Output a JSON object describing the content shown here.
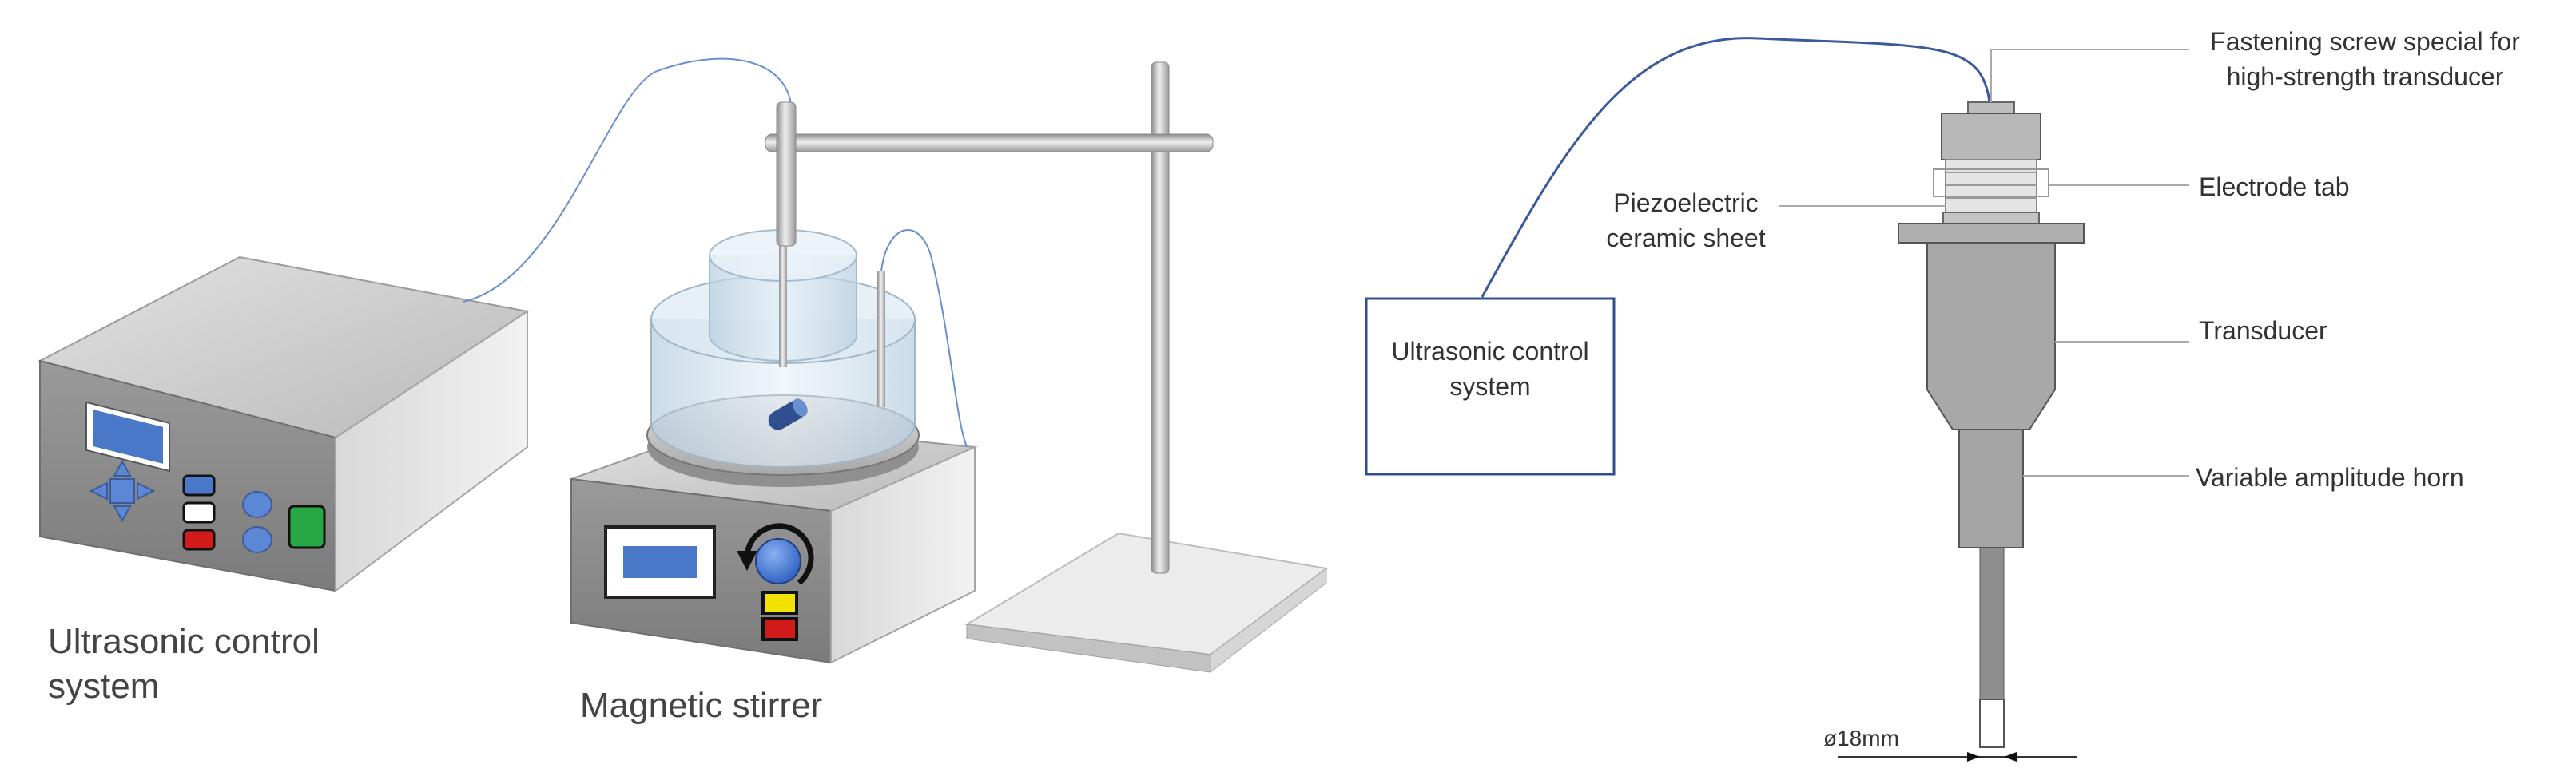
{
  "left_figure": {
    "ultrasonic_label": "Ultrasonic control\nsystem",
    "stirrer_label": "Magnetic stirrer"
  },
  "right_figure": {
    "control_box_label": "Ultrasonic control\nsystem",
    "callouts": {
      "fastening_screw": "Fastening screw special for\nhigh-strength transducer",
      "electrode_tab": "Electrode tab",
      "piezo_sheet": "Piezoelectric\nceramic sheet",
      "transducer": "Transducer",
      "horn": "Variable amplitude horn",
      "diameter": "ø18mm"
    }
  },
  "colors": {
    "device_body": "#8e8e8e",
    "device_top": "#c9c9c9",
    "display_blue": "#4a78c8",
    "button_red": "#d11a1a",
    "button_yellow": "#f2e200",
    "button_green": "#27a844",
    "wire": "#6a8fd0",
    "glass": "#c8dceb",
    "steel": "#b4b4b4",
    "outline_box": "#2f4f8f"
  }
}
